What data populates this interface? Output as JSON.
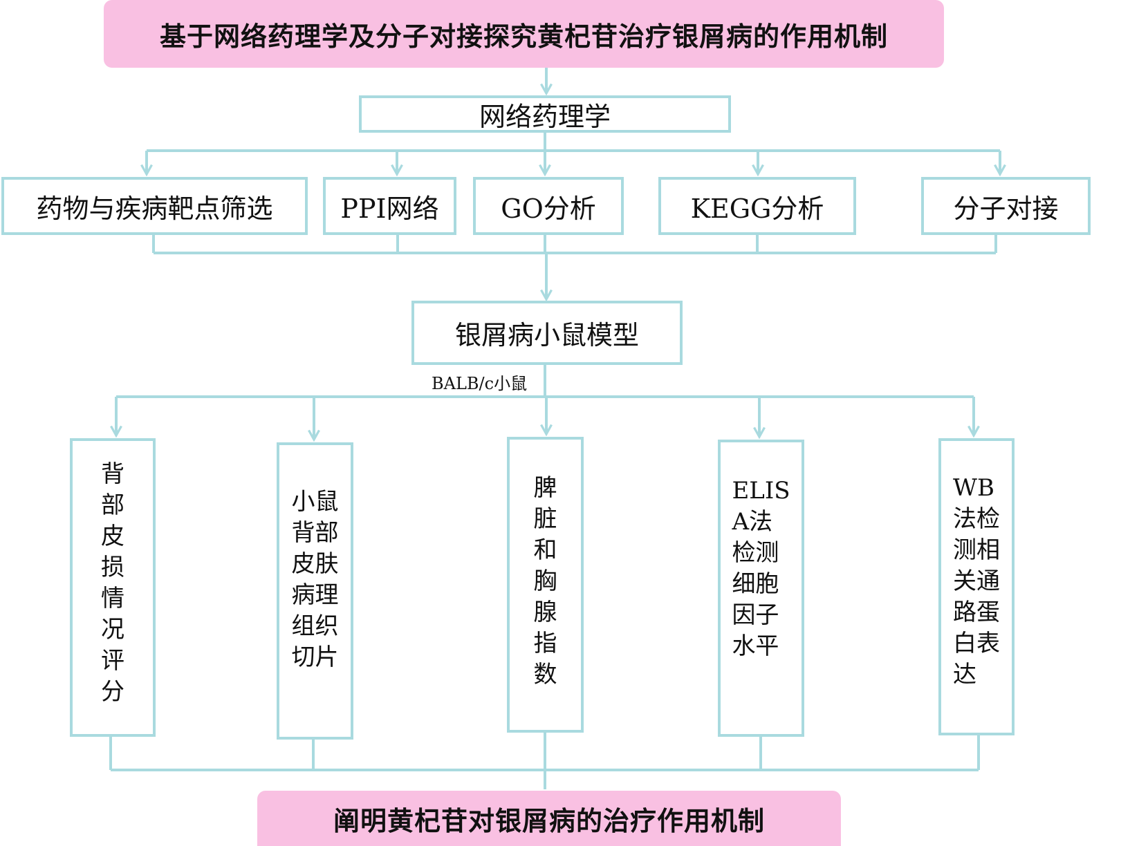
{
  "title": "基于网络药理学及分子对接探究黄杞苷治疗银屑病的作用机制",
  "network_pharmacology": "网络药理学",
  "methods": [
    "药物与疾病靶点筛选",
    "PPI网络",
    "GO分析",
    "KEGG分析",
    "分子对接"
  ],
  "model": "银屑病小鼠模型",
  "model_label": "BALB/c小鼠",
  "experiments": [
    "背\n部\n皮\n损\n情\n况\n评\n分",
    "小鼠\n背部\n皮肤\n病理\n组织\n切片",
    "脾\n脏\n和\n胸\n腺\n指\n数",
    "ELIS\nA法\n检测\n细胞\n因子\n水平",
    "WB\n法检\n测相\n关通\n路蛋\n白表\n达"
  ],
  "conclusion": "阐明黄杞苷对银屑病的治疗作用机制",
  "colors": {
    "connector": "#a9dadf",
    "highlight": "#f9c0e2"
  }
}
